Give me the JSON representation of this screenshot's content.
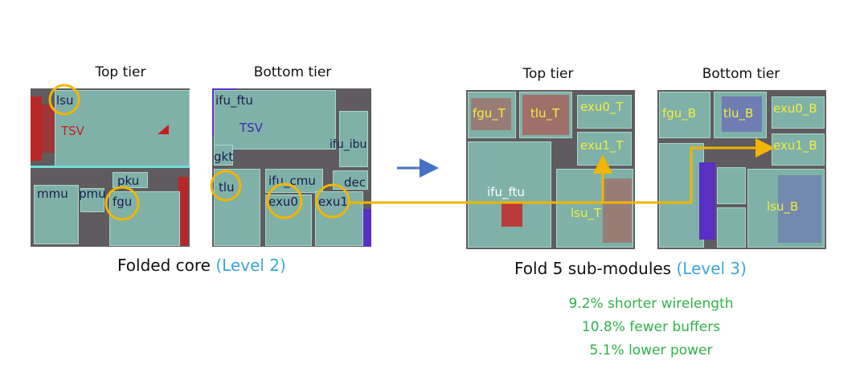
{
  "left": {
    "top_title": "Top tier",
    "bottom_title": "Bottom tier",
    "caption_main": "Folded core ",
    "caption_level": "(Level 2)",
    "top_labels": {
      "lsu": "lsu",
      "tsv": "TSV",
      "pku": "pku",
      "mmu": "mmu",
      "pmu": "pmu",
      "fgu": "fgu"
    },
    "bottom_labels": {
      "ifu_ftu": "ifu_ftu",
      "tsv": "TSV",
      "ifu_ibu": "ifu_ibu",
      "gkt": "gkt",
      "tlu": "tlu",
      "ifu_cmu": "ifu_cmu",
      "dec": "dec",
      "exu0": "exu0",
      "exu1": "exu1"
    }
  },
  "right": {
    "top_title": "Top tier",
    "bottom_title": "Bottom tier",
    "caption_main": "Fold 5 sub-modules ",
    "caption_level": "(Level 3)",
    "top_labels": {
      "fgu": "fgu_T",
      "tlu": "tlu_T",
      "exu0": "exu0_T",
      "exu1": "exu1_T",
      "ifu_ftu": "ifu_ftu",
      "lsu": "lsu_T"
    },
    "bottom_labels": {
      "fgu": "fgu_B",
      "tlu": "tlu_B",
      "exu0": "exu0_B",
      "exu1": "exu1_B",
      "lsu": "lsu_B"
    }
  },
  "stats": [
    "9.2% shorter wirelength",
    "10.8% fewer buffers",
    "5.1% lower power"
  ],
  "colors": {
    "connector": "#f2b500",
    "arrow": "#4472c4",
    "level": "#3aa6dd",
    "stats": "#2fb24a",
    "block": "#7fb1a8"
  }
}
